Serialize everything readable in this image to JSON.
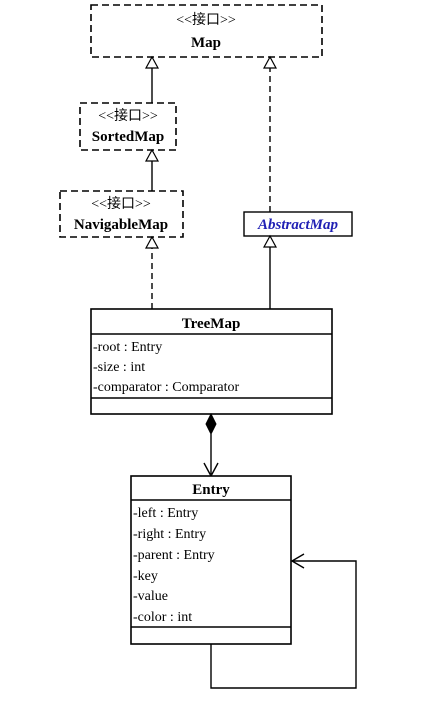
{
  "diagram": {
    "interfaces": {
      "map": {
        "stereotype": "<<接口>>",
        "name": "Map"
      },
      "sorted_map": {
        "stereotype": "<<接口>>",
        "name": "SortedMap"
      },
      "navigable_map": {
        "stereotype": "<<接口>>",
        "name": "NavigableMap"
      }
    },
    "abstract_map": {
      "name": "AbstractMap"
    },
    "tree_map": {
      "name": "TreeMap",
      "attributes": [
        "-root : Entry",
        "-size : int",
        "-comparator : Comparator"
      ]
    },
    "entry": {
      "name": "Entry",
      "attributes": [
        "-left : Entry",
        "-right : Entry",
        "-parent : Entry",
        "-key",
        "-value",
        "-color : int"
      ]
    }
  }
}
